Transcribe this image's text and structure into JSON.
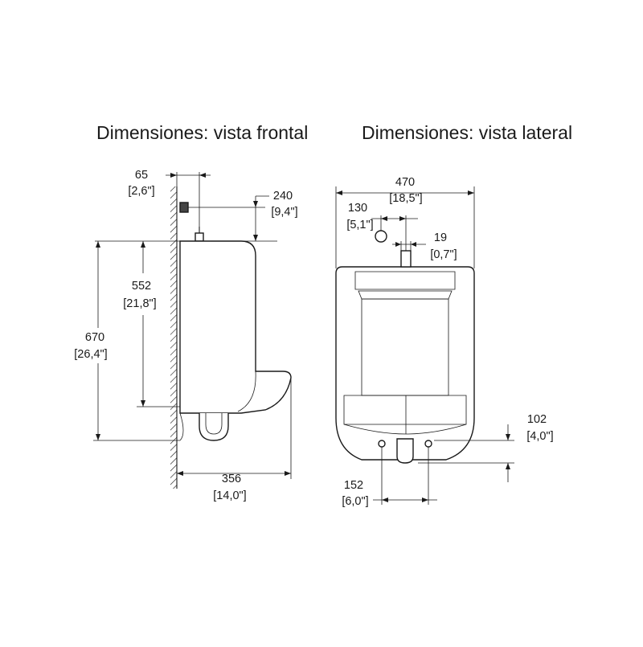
{
  "titles": {
    "front": "Dimensiones: vista frontal",
    "side": "Dimensiones: vista lateral"
  },
  "front": {
    "d65": "65",
    "d65_in": "[2,6\"]",
    "d240": "240",
    "d240_in": "[9,4\"]",
    "d552": "552",
    "d552_in": "[21,8\"]",
    "d670": "670",
    "d670_in": "[26,4\"]",
    "d356": "356",
    "d356_in": "[14,0\"]"
  },
  "side": {
    "d470": "470",
    "d470_in": "[18,5\"]",
    "d130": "130",
    "d130_in": "[5,1\"]",
    "d19": "19",
    "d19_in": "[0,7\"]",
    "d102": "102",
    "d102_in": "[4,0\"]",
    "d152": "152",
    "d152_in": "[6,0\"]"
  }
}
